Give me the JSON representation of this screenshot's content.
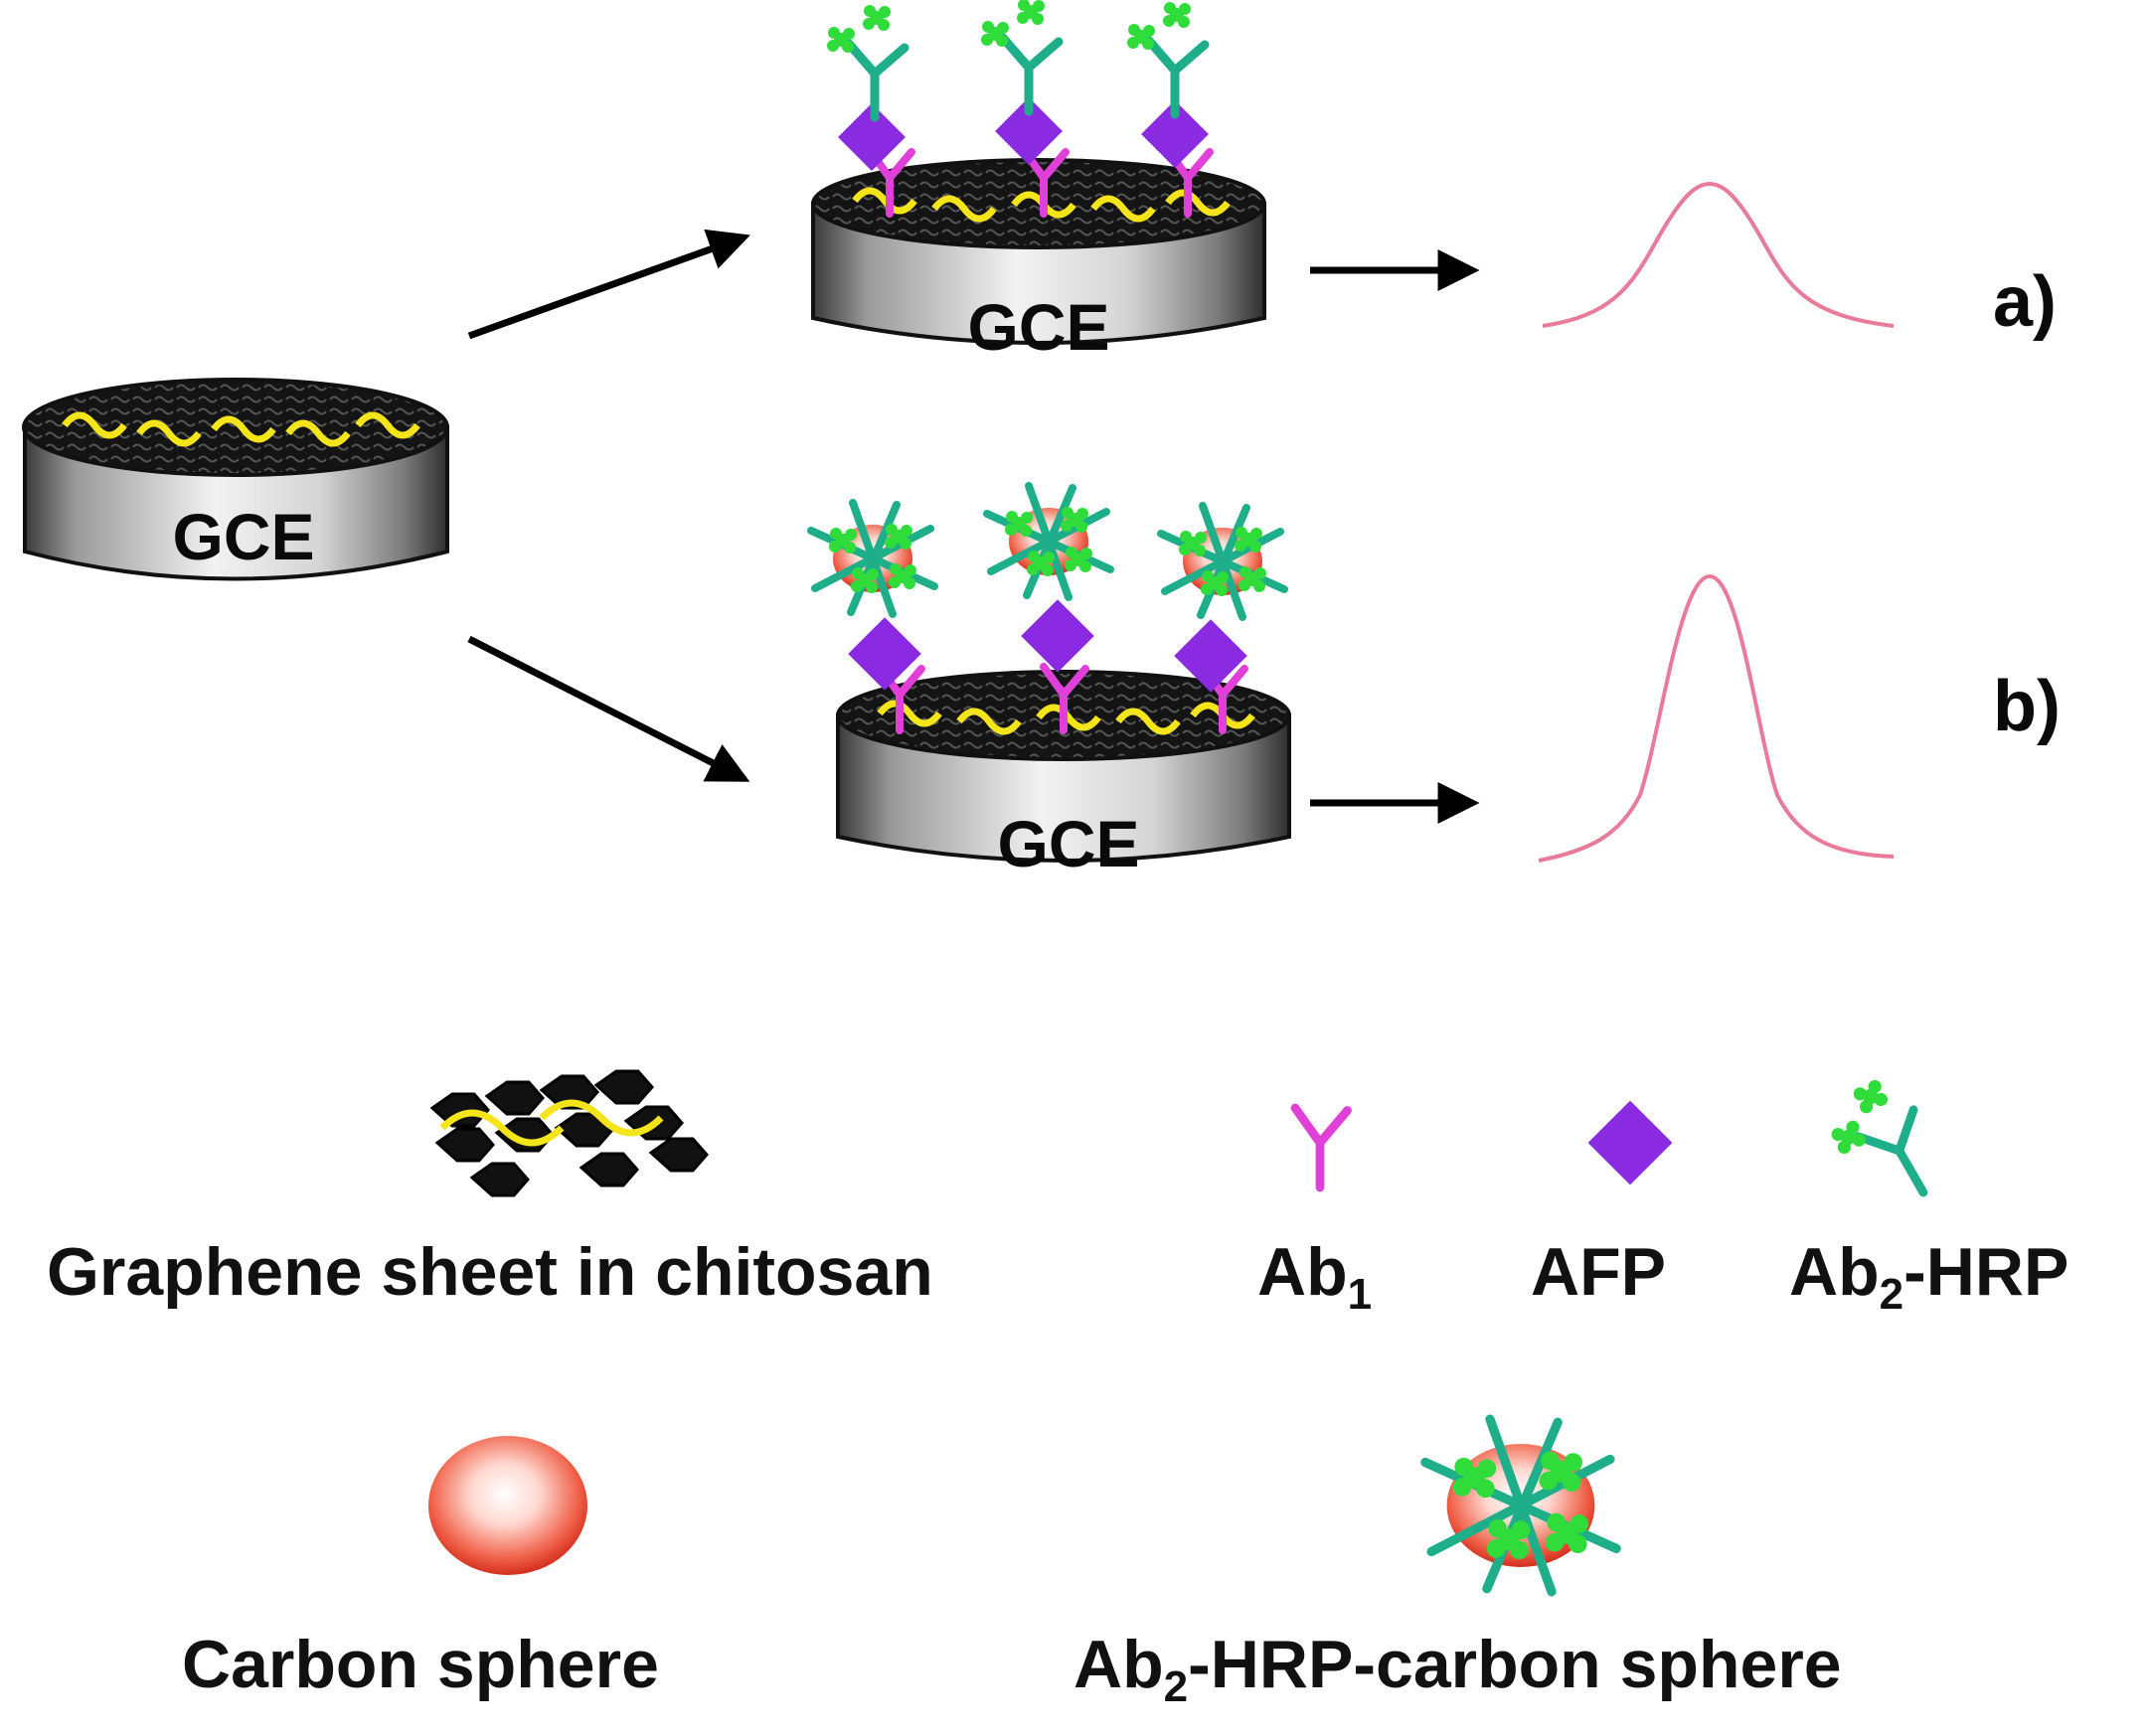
{
  "electrode_label": "GCE",
  "panels": [
    {
      "id": "a",
      "label": "a)"
    },
    {
      "id": "b",
      "label": "b)"
    }
  ],
  "legend": {
    "graphene": "Graphene sheet in chitosan",
    "ab1_main": "Ab",
    "ab1_sub": "1",
    "afp": "AFP",
    "ab2_main": "Ab",
    "ab2_sub": "2",
    "ab2_suffix": "-HRP",
    "carbon_sphere": "Carbon sphere",
    "conj_main": "Ab",
    "conj_sub": "2",
    "conj_suffix": "-HRP-carbon sphere"
  },
  "colors": {
    "ab1": "#e040d8",
    "afp": "#8a2be2",
    "ab2_stem": "#1fae8a",
    "hrp": "#2fdc3a",
    "peak": "#e87a9a",
    "graphene_wave": "#f4e41a",
    "sphere": "#e8402a"
  },
  "icons": [
    "electrode-icon",
    "antibody-y-icon",
    "antigen-diamond-icon",
    "hrp-antibody-icon",
    "carbon-sphere-icon",
    "graphene-sheet-icon",
    "arrow-icon",
    "signal-peak-icon"
  ]
}
